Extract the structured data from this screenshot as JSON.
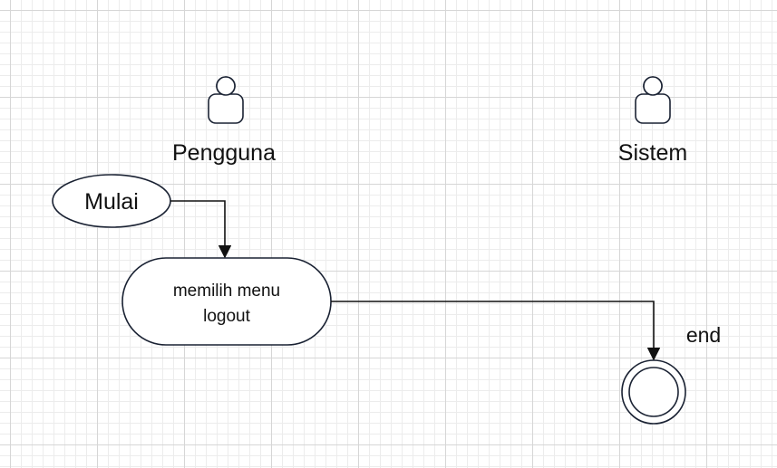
{
  "actors": {
    "user": {
      "label": "Pengguna",
      "icon": "actor-icon"
    },
    "system": {
      "label": "Sistem",
      "icon": "actor-icon"
    }
  },
  "nodes": {
    "start": {
      "label": "Mulai"
    },
    "action": {
      "line1": "memilih menu",
      "line2": "logout"
    },
    "end": {
      "label": "end"
    }
  },
  "colors": {
    "stroke": "#1a2233",
    "grid_major": "#d6d6d6",
    "grid_minor": "#ececec",
    "background": "#ffffff"
  }
}
